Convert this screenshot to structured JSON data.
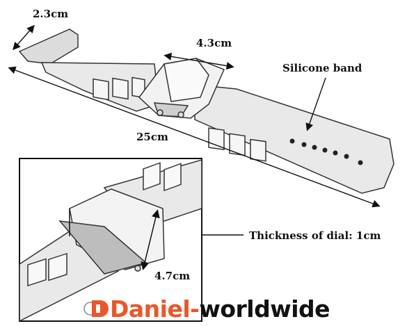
{
  "labels": {
    "strap_width": "2.3cm",
    "dial_width": "4.3cm",
    "band_type": "Silicone band",
    "total_length": "25cm",
    "dial_thickness": "Thickness of dial: 1cm",
    "dial_length": "4.7cm"
  },
  "watermark": {
    "brand": "Daniel-",
    "suffix": "worldwide",
    "brand_color": "#e8572a",
    "suffix_color": "#111111"
  }
}
